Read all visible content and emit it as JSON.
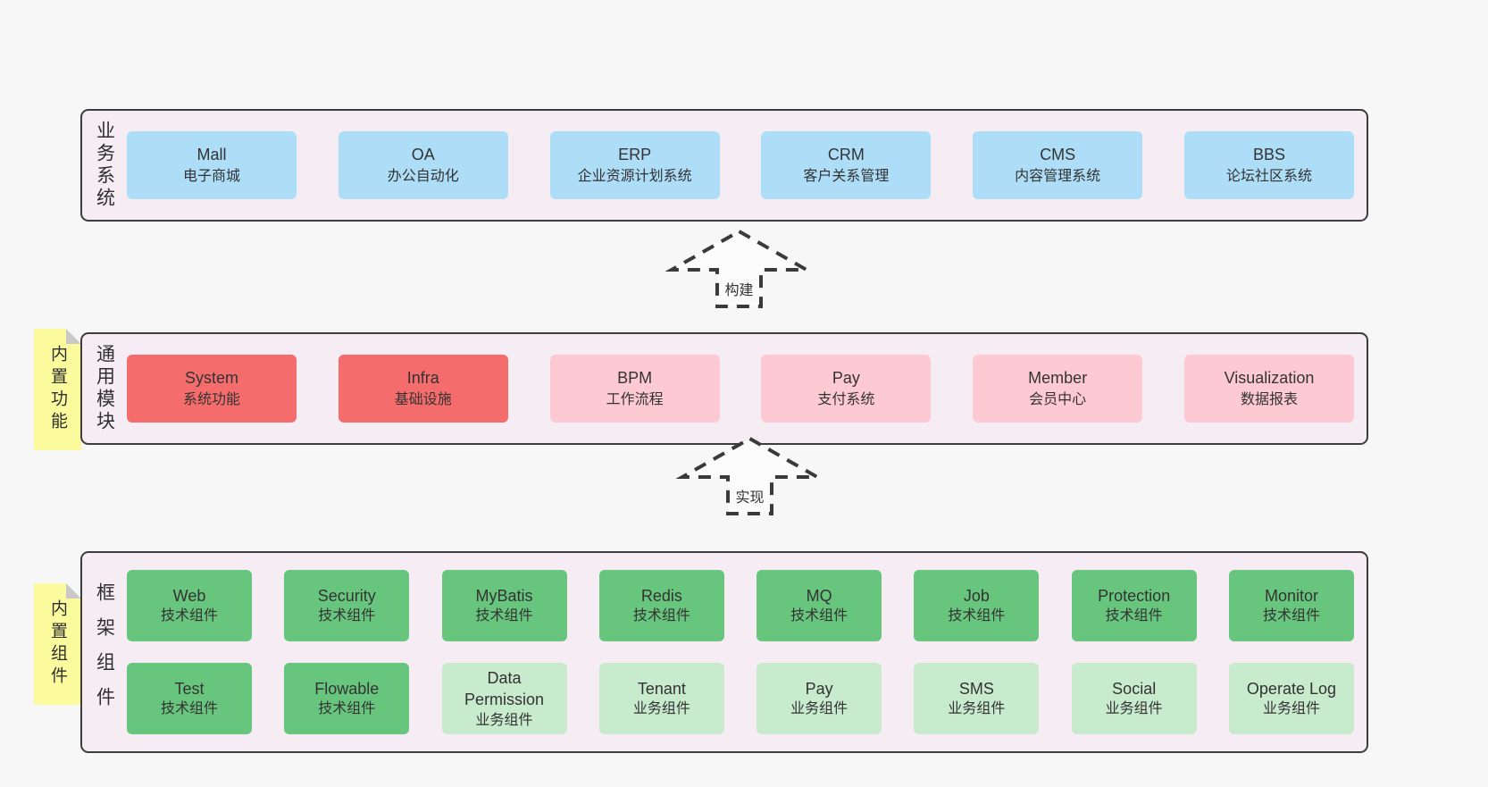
{
  "colors": {
    "bg": "#f7f7f7",
    "panel": "#f6edf4",
    "border": "#3d3d3d",
    "text": "#333333",
    "blue": "#aeddf8",
    "red": "#f56c6c",
    "pink": "#fdc9d2",
    "green": "#68c57d",
    "lightgreen": "#c8eacd",
    "note": "#fbfb9e",
    "fold": "#c9c9c9",
    "arrow": "#3a3a3a",
    "arrowfill": "#fbfbfb"
  },
  "arrows": {
    "build": "构建",
    "implement": "实现"
  },
  "layers": {
    "business": {
      "label": "业务系统",
      "boxes": [
        {
          "en": "Mall",
          "zh": "电子商城"
        },
        {
          "en": "OA",
          "zh": "办公自动化"
        },
        {
          "en": "ERP",
          "zh": "企业资源计划系统"
        },
        {
          "en": "CRM",
          "zh": "客户关系管理"
        },
        {
          "en": "CMS",
          "zh": "内容管理系统"
        },
        {
          "en": "BBS",
          "zh": "论坛社区系统"
        }
      ]
    },
    "modules": {
      "label": "通用模块",
      "note": "内置功能",
      "boxes": [
        {
          "en": "System",
          "zh": "系统功能"
        },
        {
          "en": "Infra",
          "zh": "基础设施"
        },
        {
          "en": "BPM",
          "zh": "工作流程"
        },
        {
          "en": "Pay",
          "zh": "支付系统"
        },
        {
          "en": "Member",
          "zh": "会员中心"
        },
        {
          "en": "Visualization",
          "zh": "数据报表"
        }
      ]
    },
    "framework": {
      "label": "框架组件",
      "note": "内置组件",
      "rows": [
        [
          {
            "en": "Web",
            "zh": "技术组件"
          },
          {
            "en": "Security",
            "zh": "技术组件"
          },
          {
            "en": "MyBatis",
            "zh": "技术组件"
          },
          {
            "en": "Redis",
            "zh": "技术组件"
          },
          {
            "en": "MQ",
            "zh": "技术组件"
          },
          {
            "en": "Job",
            "zh": "技术组件"
          },
          {
            "en": "Protection",
            "zh": "技术组件"
          },
          {
            "en": "Monitor",
            "zh": "技术组件"
          }
        ],
        [
          {
            "en": "Test",
            "zh": "技术组件"
          },
          {
            "en": "Flowable",
            "zh": "技术组件"
          },
          {
            "en": "Data Permission",
            "zh": "业务组件"
          },
          {
            "en": "Tenant",
            "zh": "业务组件"
          },
          {
            "en": "Pay",
            "zh": "业务组件"
          },
          {
            "en": "SMS",
            "zh": "业务组件"
          },
          {
            "en": "Social",
            "zh": "业务组件"
          },
          {
            "en": "Operate Log",
            "zh": "业务组件"
          }
        ]
      ]
    }
  }
}
